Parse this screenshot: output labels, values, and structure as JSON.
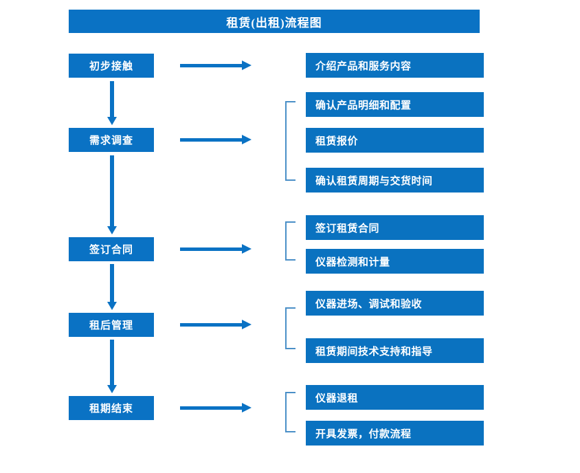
{
  "title": "租赁(出租)流程图",
  "colors": {
    "primary_blue": "#0a72c4",
    "box_blue": "#0a72c0",
    "bracket_blue": "#4a8fc7",
    "text": "#ffffff",
    "background": "#ffffff"
  },
  "stages": [
    {
      "label": "初步接触"
    },
    {
      "label": "需求调查"
    },
    {
      "label": "签订合同"
    },
    {
      "label": "租后管理"
    },
    {
      "label": "租期结束"
    }
  ],
  "details": {
    "group1": [
      {
        "label": "介绍产品和服务内容"
      }
    ],
    "group2": [
      {
        "label": "确认产品明细和配置"
      },
      {
        "label": "租赁报价"
      },
      {
        "label": "确认租赁周期与交货时间"
      }
    ],
    "group3": [
      {
        "label": "签订租赁合同"
      },
      {
        "label": "仪器检测和计量"
      }
    ],
    "group4": [
      {
        "label": "仪器进场、调试和验收"
      },
      {
        "label": "租赁期间技术支持和指导"
      }
    ],
    "group5": [
      {
        "label": "仪器退租"
      },
      {
        "label": "开具发票，付款流程"
      }
    ]
  }
}
